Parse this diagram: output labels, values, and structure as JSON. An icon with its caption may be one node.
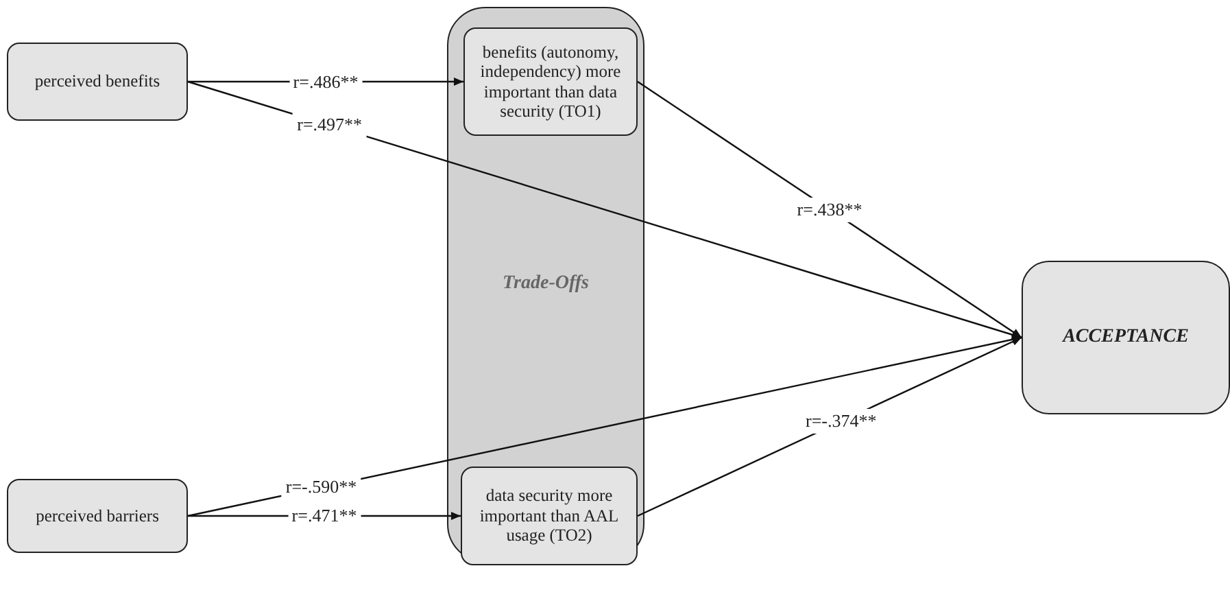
{
  "diagram": {
    "nodes": [
      {
        "text": [
          "perceived benefits"
        ]
      },
      {
        "text": [
          "Trade-Offs"
        ]
      },
      {
        "text": [
          "benefits (autonomy, independency) more important than data security (TO1)"
        ],
        "in": 1
      },
      {
        "text": [
          "data security more important than AAL usage (TO2)"
        ],
        "in": 1
      },
      {
        "text": [
          "perceived barriers"
        ]
      },
      {
        "text": [
          "ACCEPTANCE"
        ]
      }
    ],
    "edges": [
      {
        "from": 0,
        "to": 2,
        "arrow": "to",
        "label": "r=.486**"
      },
      {
        "from": 0,
        "to": 5,
        "arrow": "to",
        "label": "r=.497**"
      },
      {
        "from": 2,
        "to": 5,
        "arrow": "to",
        "label": "r=.438**"
      },
      {
        "from": 4,
        "to": 5,
        "arrow": "to",
        "label": "r=-.590**"
      },
      {
        "from": 4,
        "to": 3,
        "arrow": "to",
        "label": "r=.471**"
      },
      {
        "from": 3,
        "to": 5,
        "arrow": "to",
        "label": "r=-.374**"
      }
    ]
  }
}
